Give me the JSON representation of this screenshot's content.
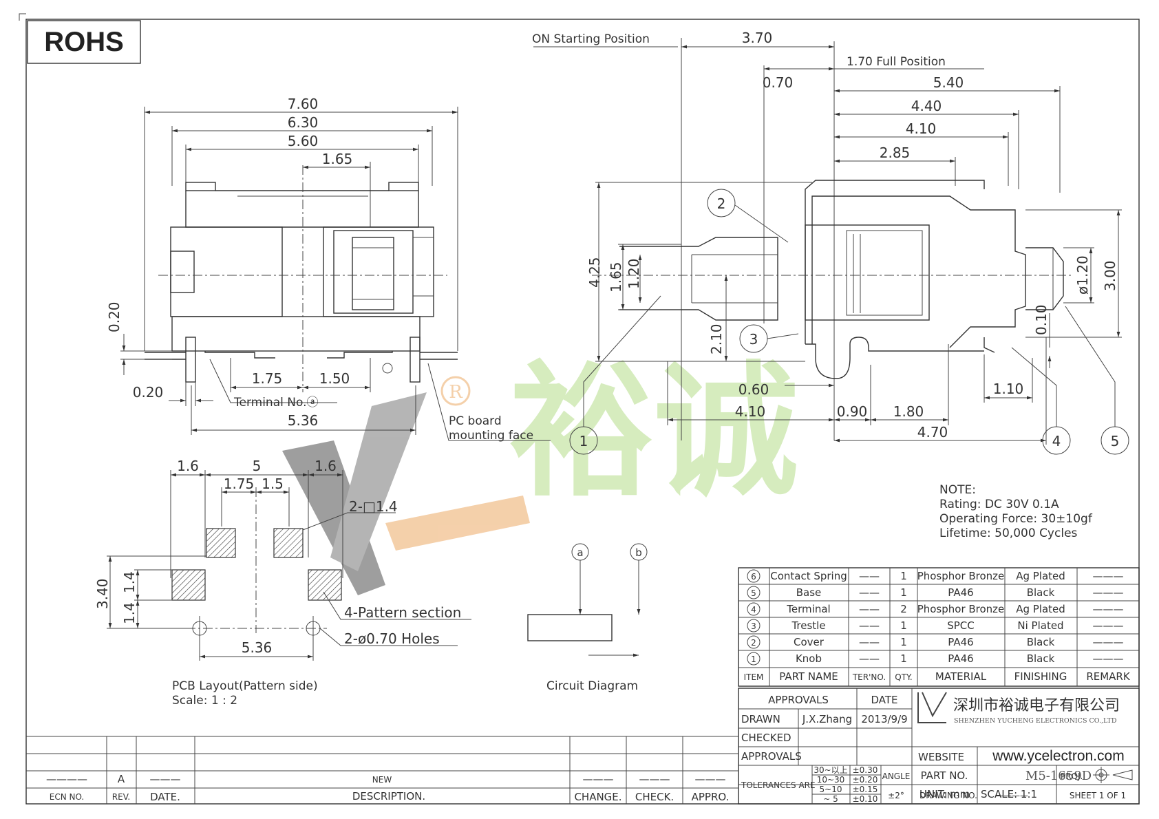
{
  "title_badge": "ROHS",
  "top_labels": {
    "on_start": "ON Starting Position",
    "full_pos": "1.70 Full Position",
    "pc_board": "PC board",
    "mounting": "mounting face",
    "terminal_no": "Terminal No.ⓐ"
  },
  "dims_front": [
    "7.60",
    "6.30",
    "5.60",
    "1.65",
    "0.20",
    "1.75",
    "1.50",
    "0.20",
    "5.36"
  ],
  "dims_side": [
    "3.70",
    "0.70",
    "5.40",
    "4.40",
    "4.10",
    "2.85",
    "4.25",
    "1.65",
    "1.20",
    "2.10",
    "0.60",
    "4.10",
    "0.90",
    "1.80",
    "4.70",
    "1.10",
    "0.10",
    "ø1.20",
    "3.00"
  ],
  "pcb": {
    "dims": [
      "1.6",
      "5",
      "1.6",
      "1.75",
      "1.5",
      "2-□1.4",
      "3.40",
      "1.4",
      "1.4",
      "5.36"
    ],
    "pattern": "4-Pattern section",
    "holes": "2-ø0.70 Holes",
    "title": "PCB Layout(Pattern side)",
    "scale": "Scale:  1  :  2"
  },
  "circuit": {
    "a": "a",
    "b": "b",
    "title": "Circuit Diagram"
  },
  "balloons": [
    "1",
    "2",
    "3",
    "4",
    "5"
  ],
  "notes": {
    "head": "NOTE:",
    "rating": "Rating:     DC  30V  0.1A",
    "force": "Operating  Force:  30±10gf",
    "life": "Lifetime:    50,000  Cycles"
  },
  "bom": [
    {
      "item": "6",
      "name": "Contact Spring",
      "ter": "——",
      "qty": "1",
      "mat": "Phosphor Bronze",
      "fin": "Ag Plated",
      "rem": "———"
    },
    {
      "item": "5",
      "name": "Base",
      "ter": "——",
      "qty": "1",
      "mat": "PA46",
      "fin": "Black",
      "rem": "———"
    },
    {
      "item": "4",
      "name": "Terminal",
      "ter": "——",
      "qty": "2",
      "mat": "Phosphor Bronze",
      "fin": "Ag Plated",
      "rem": "———"
    },
    {
      "item": "3",
      "name": "Trestle",
      "ter": "——",
      "qty": "1",
      "mat": "SPCC",
      "fin": "Ni Plated",
      "rem": "———"
    },
    {
      "item": "2",
      "name": "Cover",
      "ter": "——",
      "qty": "1",
      "mat": "PA46",
      "fin": "Black",
      "rem": "———"
    },
    {
      "item": "1",
      "name": "Knob",
      "ter": "——",
      "qty": "1",
      "mat": "PA46",
      "fin": "Black",
      "rem": "———"
    }
  ],
  "bom_head": {
    "item": "ITEM",
    "name": "PART NAME",
    "ter": "TER'NO.",
    "qty": "QTY.",
    "mat": "MATERIAL",
    "fin": "FINISHING",
    "rem": "REMARK"
  },
  "title_block": {
    "approvals": "APPROVALS",
    "date": "DATE",
    "drawn": "DRAWN",
    "drawn_by": "J.X.Zhang",
    "drawn_date": "2013/9/9",
    "checked": "CHECKED",
    "approvals2": "APPROVALS",
    "tolerances": "TOLERANCES  ARE",
    "tol_rows": [
      [
        "30~以上",
        "±0.30"
      ],
      [
        "10~30",
        "±0.20"
      ],
      [
        "5~10",
        "±0.15"
      ],
      [
        "~ 5",
        "±0.10"
      ]
    ],
    "angle": "ANGLE",
    "angle_val": "±2°",
    "company_cn": "深圳市裕诚电子有限公司",
    "company_en": "SHENZHEN  YUCHENG  ELECTRONICS  CO.,LTD",
    "website_label": "WEBSITE",
    "website": "www.ycelectron.com",
    "part_label": "PART  NO.",
    "part_no": "M5-1659D",
    "unit": "UNIT:  mm",
    "scale": "SCALE:    1:1",
    "proj": "PROJ.",
    "drawing_no": "DRAWING  NO.",
    "drawing_val": "————",
    "sheet": "SHEET    1   OF   1"
  },
  "revision": {
    "row_a": [
      "————",
      "A",
      "———",
      "NEW",
      "———",
      "———",
      "———"
    ],
    "head": [
      "ECN  NO.",
      "REV.",
      "DATE.",
      "DESCRIPTION.",
      "CHANGE.",
      "CHECK.",
      "APPRO."
    ]
  },
  "watermark": {
    "brand_cn": "裕诚",
    "reg": "R"
  },
  "colors": {
    "line": "#333333",
    "watermark_green": "#cfe9b3",
    "watermark_gray": "#8e8e8e",
    "watermark_orange": "#f3c89c"
  }
}
